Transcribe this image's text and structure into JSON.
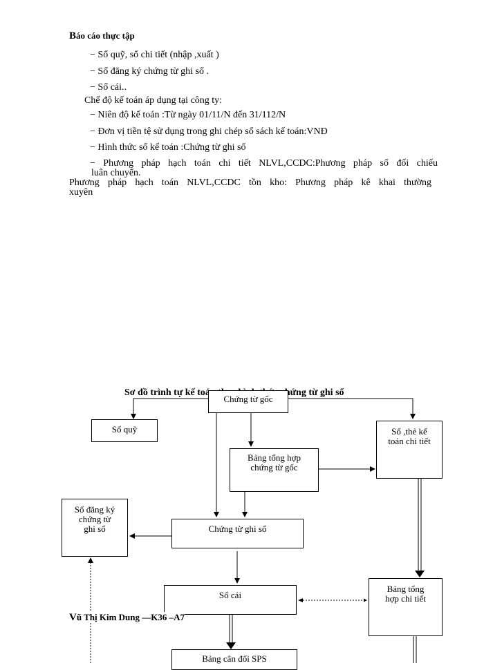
{
  "header": {
    "initial": "B",
    "rest": "áo cáo thực tập"
  },
  "list1": [
    "Sổ quỹ, sổ chi tiết (nhập ,xuất )",
    "Sổ đăng ký chứng từ ghi sổ .",
    "Sổ cái.."
  ],
  "regime_title": "Chế độ kế toán áp dụng tại công ty:",
  "list2": [
    "Niên độ kế toán :Từ ngày 01/11/N đến 31/112/N",
    "Đơn vị tiền tệ sử dụng trong ghi chép sổ sách kế toán:VNĐ",
    "Hình thức sổ kế toán :Chứng từ ghi sổ",
    "Phương   pháp hạch toán chi tiết NLVL,CCDC:Phương   pháp sổ đối chiếu"
  ],
  "list2_cont": "luân chuyển.",
  "para": {
    "line1": "Phương   pháp hạch toán NLVL,CCDC tồn kho: Phương   pháp kê khai thường",
    "line2": "xuyên"
  },
  "diagram": {
    "title": "Sơ đồ trình tự kế toán theo hình thức chứng từ ghi sổ",
    "boxes": {
      "chung_tu_goc": "Chứng từ gốc",
      "so_quy": "Sổ quỹ",
      "the_chi_tiet": [
        "Sổ ,thẻ kế",
        "toán chi tiết"
      ],
      "bang_tong_hop_ctg": [
        "Bảng tổng hợp",
        "chứng từ gốc"
      ],
      "so_dang_ky": [
        "Sổ đăng ký",
        "chứng từ",
        "ghi sổ"
      ],
      "chung_tu_ghi_so": "Chứng từ ghi sổ",
      "so_cai": "Sổ cái",
      "bang_tong_hop_ct": [
        "Bảng tổng",
        "hợp chi tiết"
      ],
      "bang_can_doi": "Bảng cân đối SPS"
    }
  },
  "footer": {
    "initial": "V",
    "rest": "ũ Thị Kim Dung —K36 –A7"
  }
}
